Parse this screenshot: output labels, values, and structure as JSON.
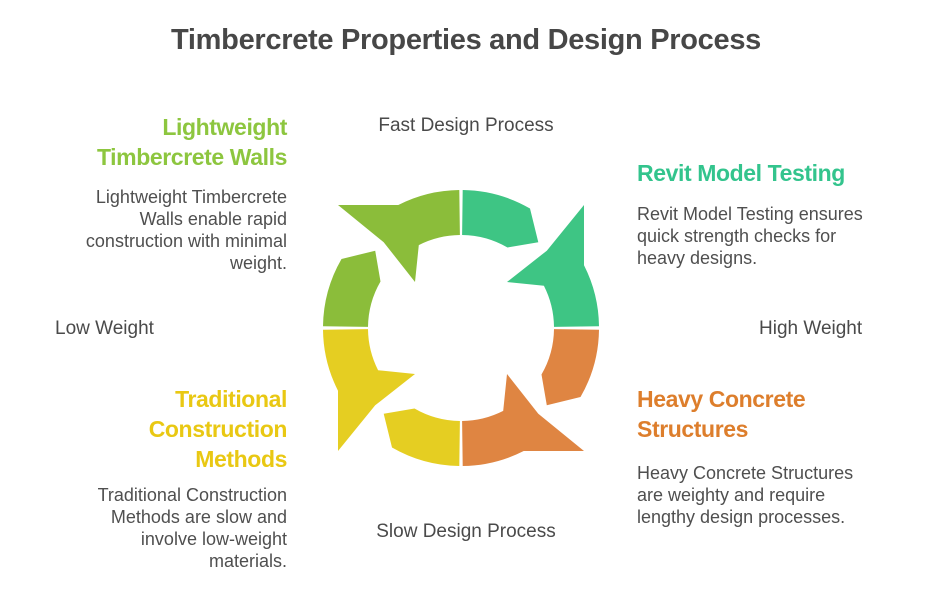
{
  "title": "Timbercrete Properties and Design Process",
  "axis_labels": {
    "top": "Fast Design Process",
    "bottom": "Slow Design Process",
    "left": "Low Weight",
    "right": "High Weight"
  },
  "quadrants": {
    "top_left": {
      "heading": "Lightweight\nTimbercrete Walls",
      "body": "Lightweight Timbercrete\nWalls enable rapid\nconstruction with minimal\nweight.",
      "accent_color": "#8DC63F"
    },
    "top_right": {
      "heading": "Revit Model Testing",
      "body": "Revit Model Testing ensures\nquick strength checks for\nheavy designs.",
      "accent_color": "#33C48D"
    },
    "bottom_left": {
      "heading": "Traditional\nConstruction\nMethods",
      "body": "Traditional Construction\nMethods are slow and\ninvolve low-weight\nmaterials.",
      "accent_color": "#E9C813"
    },
    "bottom_right": {
      "heading": "Heavy Concrete\nStructures",
      "body": "Heavy Concrete Structures\nare weighty and require\nlengthy design processes.",
      "accent_color": "#DD7E2C"
    }
  },
  "diagram": {
    "type": "cycle",
    "direction": "clockwise",
    "segments": [
      {
        "position": "top-left",
        "label": "Lightweight Timbercrete Walls",
        "color": "#8BBD3A"
      },
      {
        "position": "top-right",
        "label": "Revit Model Testing",
        "color": "#3EC584"
      },
      {
        "position": "bottom-right",
        "label": "Heavy Concrete Structures",
        "color": "#DF8542"
      },
      {
        "position": "bottom-left",
        "label": "Traditional Construction Methods",
        "color": "#E5CE22"
      }
    ]
  },
  "text_colors": {
    "title": "#474747",
    "body": "#4F4F4F",
    "axis": "#4A4A4A"
  }
}
